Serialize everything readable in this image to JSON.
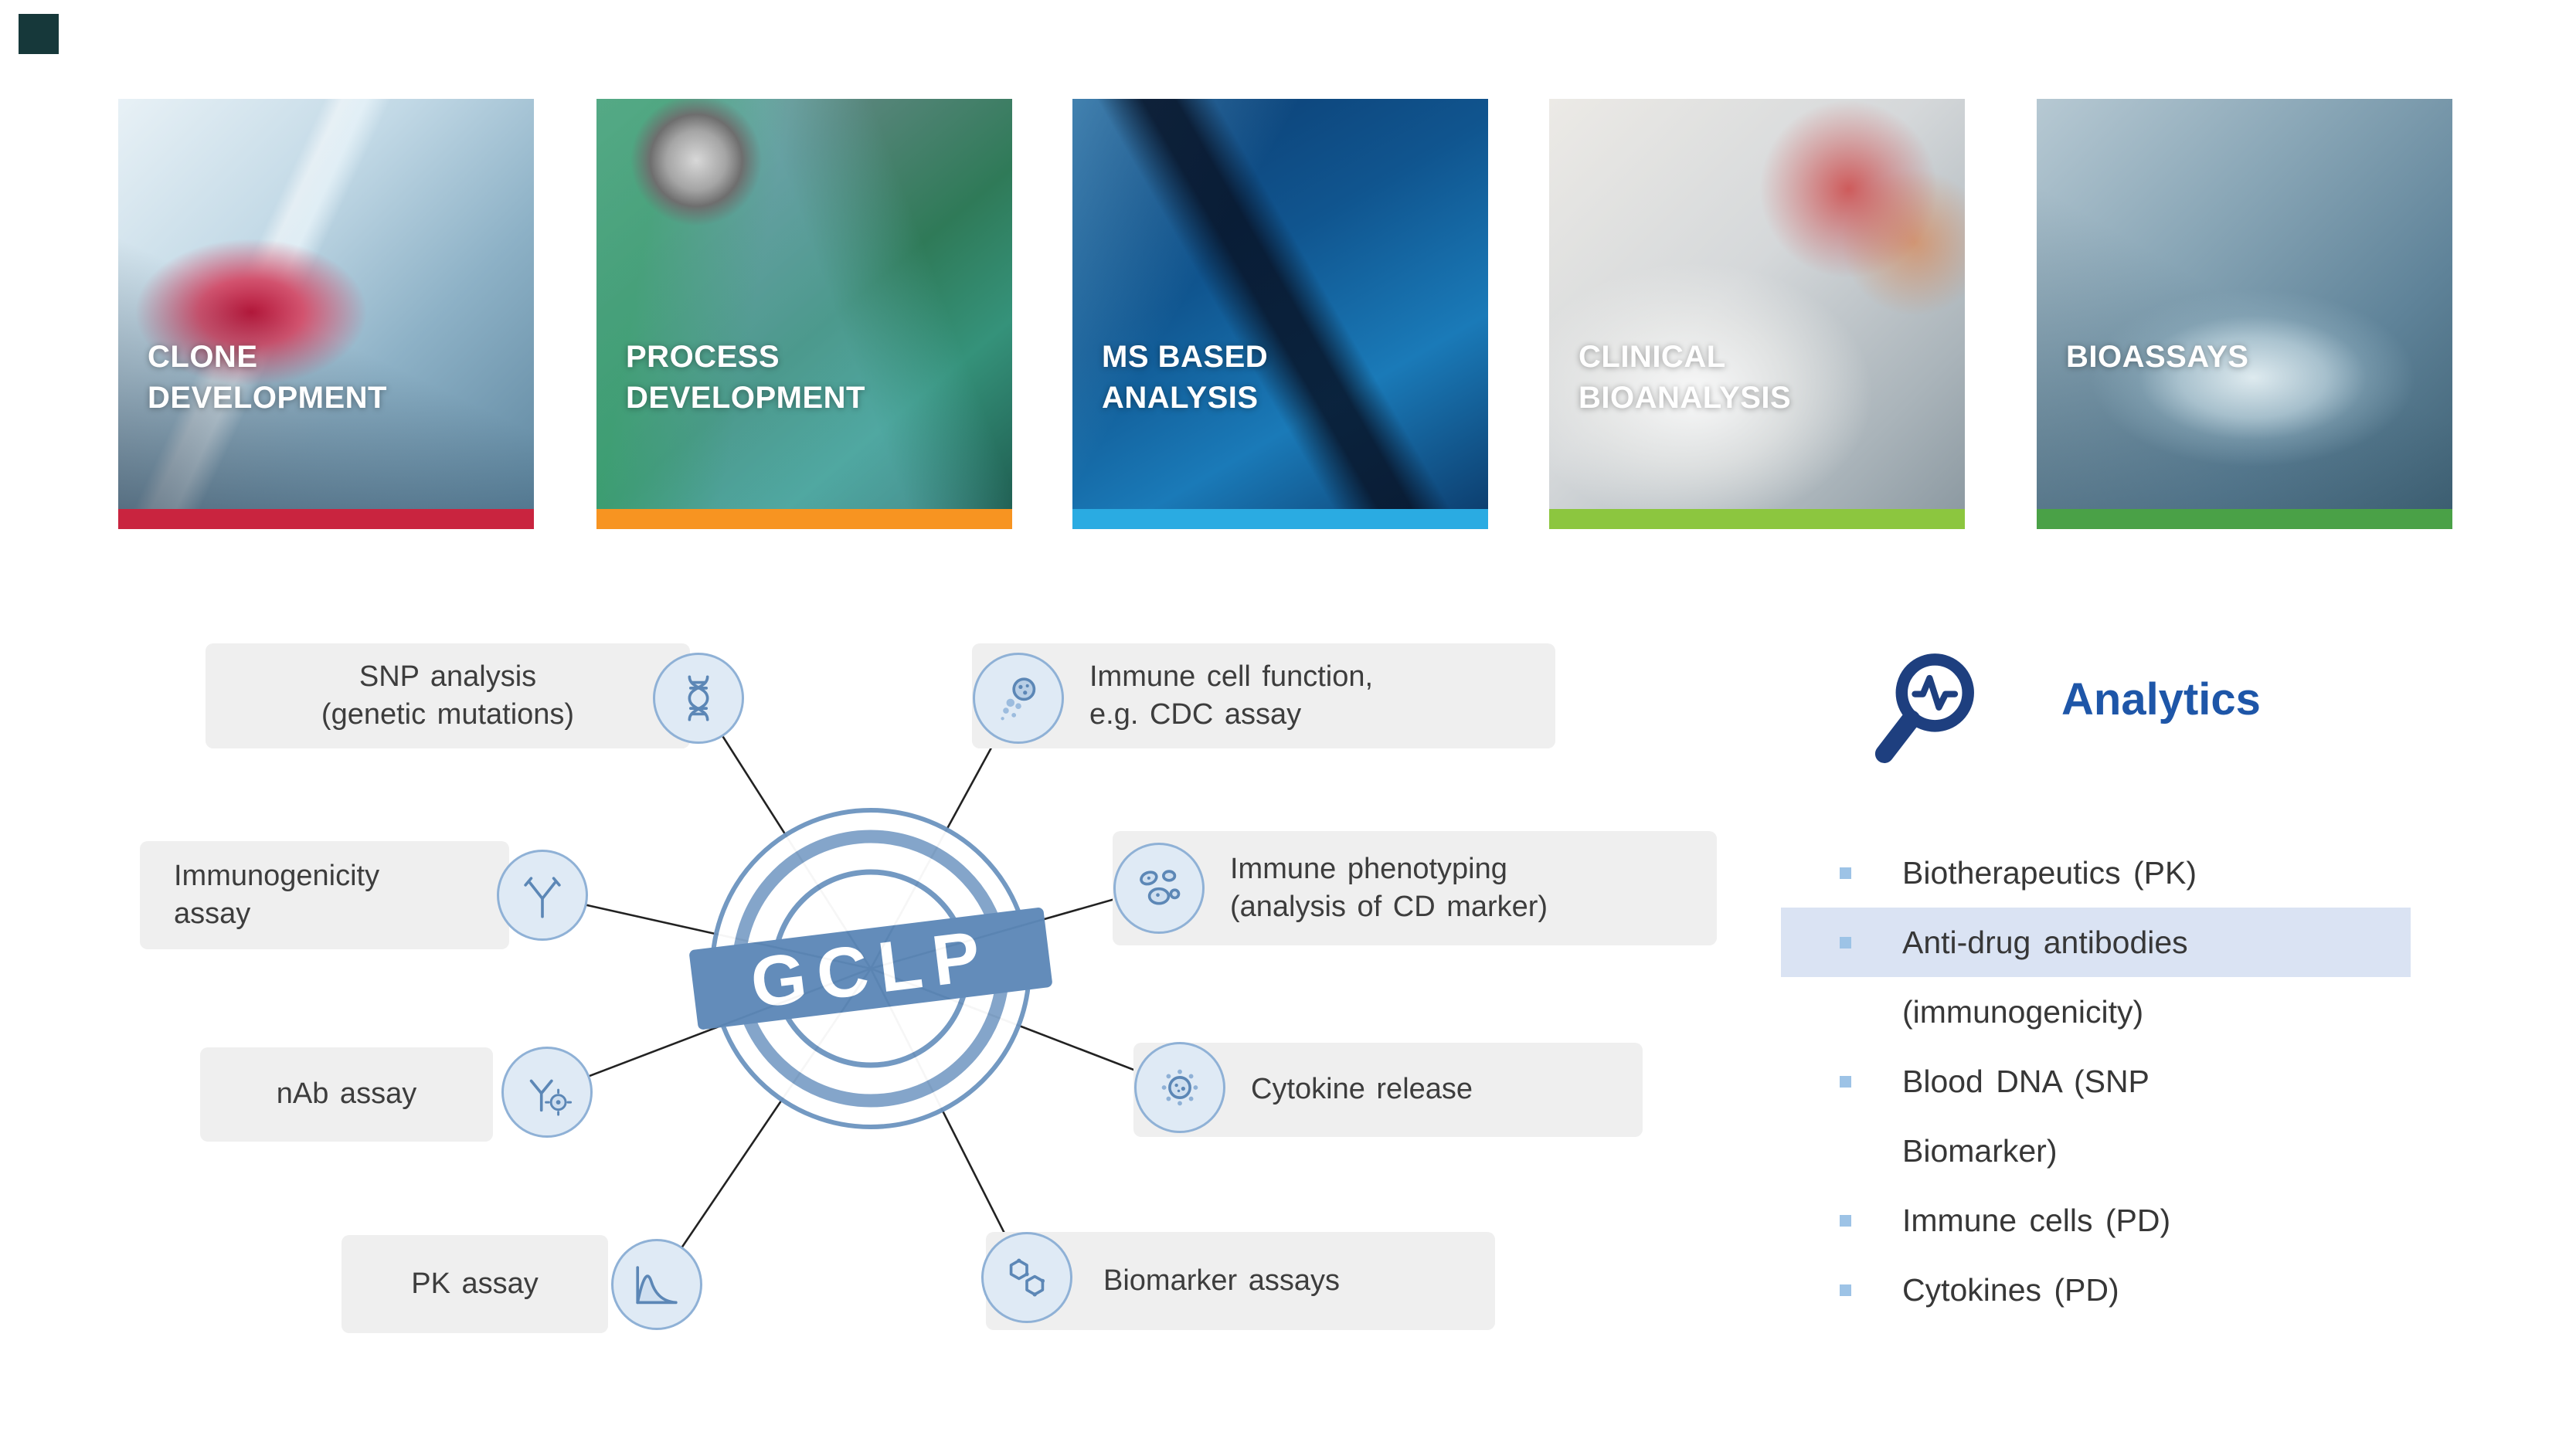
{
  "page": {
    "background": "#ffffff",
    "corner_mark_color": "#16383a"
  },
  "cards": [
    {
      "title": "CLONE\nDEVELOPMENT",
      "bar_color": "#c9243f"
    },
    {
      "title": "PROCESS\nDEVELOPMENT",
      "bar_color": "#f79421"
    },
    {
      "title": "MS BASED\nANALYSIS",
      "bar_color": "#2aabe2"
    },
    {
      "title": "CLINICAL\nBIOANALYSIS",
      "bar_color": "#8cc63f"
    },
    {
      "title": "BIOASSAYS",
      "bar_color": "#4aa147"
    }
  ],
  "diagram": {
    "center_label": "GCLP",
    "stamp_color": "#5d88b8",
    "nodes": [
      {
        "id": "snp-analysis",
        "label": "SNP analysis\n(genetic mutations)",
        "icon": "dna-icon"
      },
      {
        "id": "immune-cell-function",
        "label": "Immune cell function,\ne.g. CDC assay",
        "icon": "cell-comet-icon"
      },
      {
        "id": "immunogenicity",
        "label": "Immunogenicity\nassay",
        "icon": "antibody-icon"
      },
      {
        "id": "immune-phenotyping",
        "label": "Immune phenotyping\n(analysis of CD marker)",
        "icon": "cells-icon"
      },
      {
        "id": "nab-assay",
        "label": "nAb assay",
        "icon": "antibody-cell-icon"
      },
      {
        "id": "cytokine-release",
        "label": "Cytokine release",
        "icon": "cytokine-icon"
      },
      {
        "id": "pk-assay",
        "label": "PK assay",
        "icon": "pk-curve-icon"
      },
      {
        "id": "biomarker-assays",
        "label": "Biomarker assays",
        "icon": "molecule-icon"
      }
    ]
  },
  "analytics": {
    "title": "Analytics",
    "title_color": "#1e56a8",
    "icon": "magnifier-pulse-icon",
    "bullet_color": "#9dc3e6",
    "highlight_color": "#dae3f3",
    "rows": [
      {
        "text": "Biotherapeutics (PK)",
        "bullet": true,
        "highlighted": false
      },
      {
        "text": "Anti-drug antibodies",
        "bullet": true,
        "highlighted": true
      },
      {
        "text": "(immunogenicity)",
        "bullet": false,
        "highlighted": false
      },
      {
        "text": "Blood DNA (SNP",
        "bullet": true,
        "highlighted": false
      },
      {
        "text": "Biomarker)",
        "bullet": false,
        "highlighted": false
      },
      {
        "text": "Immune cells (PD)",
        "bullet": true,
        "highlighted": false
      },
      {
        "text": "Cytokines (PD)",
        "bullet": true,
        "highlighted": false
      }
    ]
  }
}
